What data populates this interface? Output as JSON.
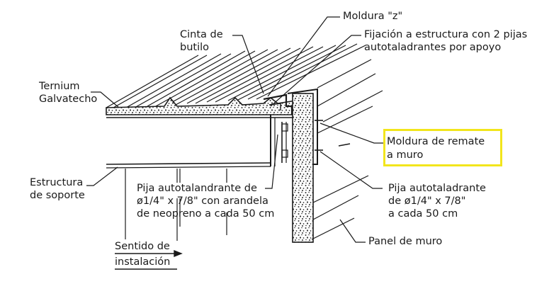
{
  "labels": {
    "moldura_z": "Moldura \"z\"",
    "fijacion_1": "Fijación a estructura con 2 pijas",
    "fijacion_2": "autotaladrantes por apoyo",
    "cinta_1": "Cinta de",
    "cinta_2": "butilo",
    "ternium_1": "Ternium",
    "ternium_2": "Galvatecho",
    "remate_1": "Moldura de remate",
    "remate_2": "a muro",
    "estructura_1": "Estructura",
    "estructura_2": "de soporte",
    "pija_a_1": "Pija autotalandrante de",
    "pija_a_2": "ø1/4\" x 7/8\" con arandela",
    "pija_a_3": "de neopreno a cada 50 cm",
    "pija_b_1": "Pija autotaladrante",
    "pija_b_2": "de ø1/4\" x 7/8\"",
    "pija_b_3": "a cada 50 cm",
    "panel": "Panel de muro",
    "sentido_1": "Sentido de",
    "sentido_2": "instalación"
  },
  "colors": {
    "line": "#1a1a1a",
    "highlight": "#f2e51c",
    "background": "#ffffff"
  }
}
